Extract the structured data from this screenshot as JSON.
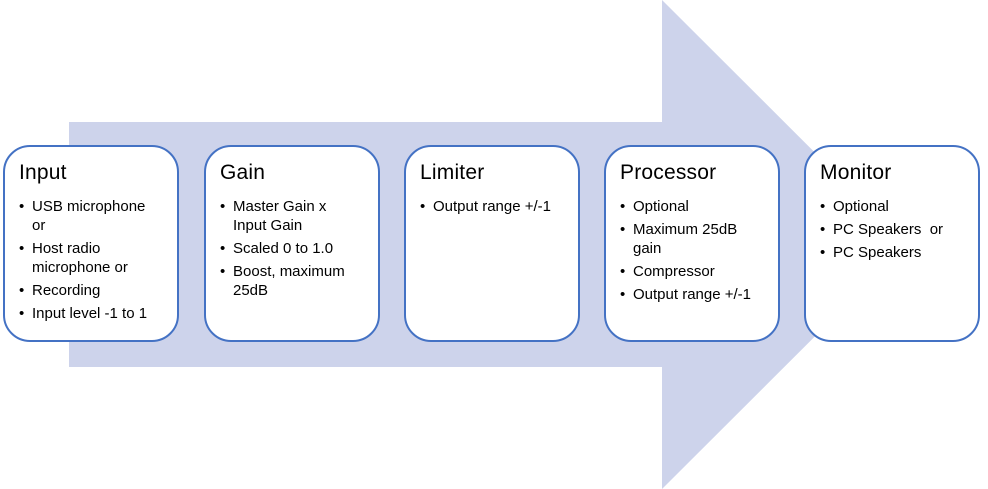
{
  "diagram": {
    "type": "process-arrow",
    "direction": "right",
    "stages": [
      {
        "title": "Input",
        "bullets": [
          "USB microphone or",
          "Host radio microphone or",
          "Recording",
          "Input level -1 to 1"
        ]
      },
      {
        "title": "Gain",
        "bullets": [
          "Master Gain x Input Gain",
          "Scaled 0 to 1.0",
          "Boost, maximum 25dB"
        ]
      },
      {
        "title": "Limiter",
        "bullets": [
          "Output range +/-1"
        ]
      },
      {
        "title": "Processor",
        "bullets": [
          "Optional",
          "Maximum 25dB gain",
          "Compressor",
          "Output range +/-1"
        ]
      },
      {
        "title": "Monitor",
        "bullets": [
          "Optional",
          "PC Speakers  or",
          "PC Speakers"
        ]
      }
    ]
  },
  "bullet_char": "•",
  "colors": {
    "arrow_fill": "#CDD3EB",
    "box_border": "#4472C4",
    "box_fill": "#FFFFFF",
    "text": "#000000"
  }
}
